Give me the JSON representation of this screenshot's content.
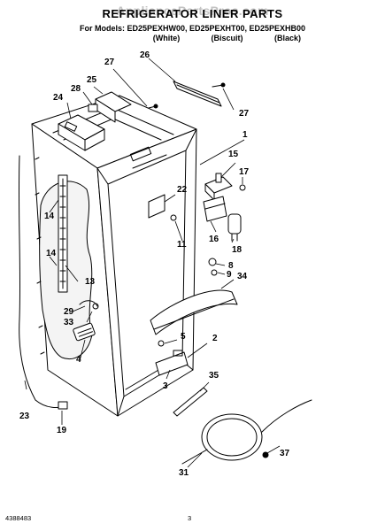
{
  "watermark": "AppliancePartsPros.com",
  "header": {
    "title": "REFRIGERATOR LINER PARTS",
    "models": "For Models: ED25PEXHW00, ED25PEXHT00, ED25PEXHB00",
    "colors": [
      "(White)",
      "(Biscuit)",
      "(Black)"
    ]
  },
  "callouts": {
    "c1": "1",
    "c2": "2",
    "c3": "3",
    "c4": "4",
    "c5": "5",
    "c8": "8",
    "c9": "9",
    "c11": "11",
    "c13": "13",
    "c14a": "14",
    "c14b": "14",
    "c15": "15",
    "c16": "16",
    "c17": "17",
    "c18": "18",
    "c19": "19",
    "c22": "22",
    "c23": "23",
    "c24": "24",
    "c25": "25",
    "c26": "26",
    "c27a": "27",
    "c27b": "27",
    "c28": "28",
    "c29": "29",
    "c31": "31",
    "c33": "33",
    "c34": "34",
    "c35": "35",
    "c37": "37"
  },
  "footer": {
    "doc_number": "4388483",
    "page_number": "3"
  }
}
